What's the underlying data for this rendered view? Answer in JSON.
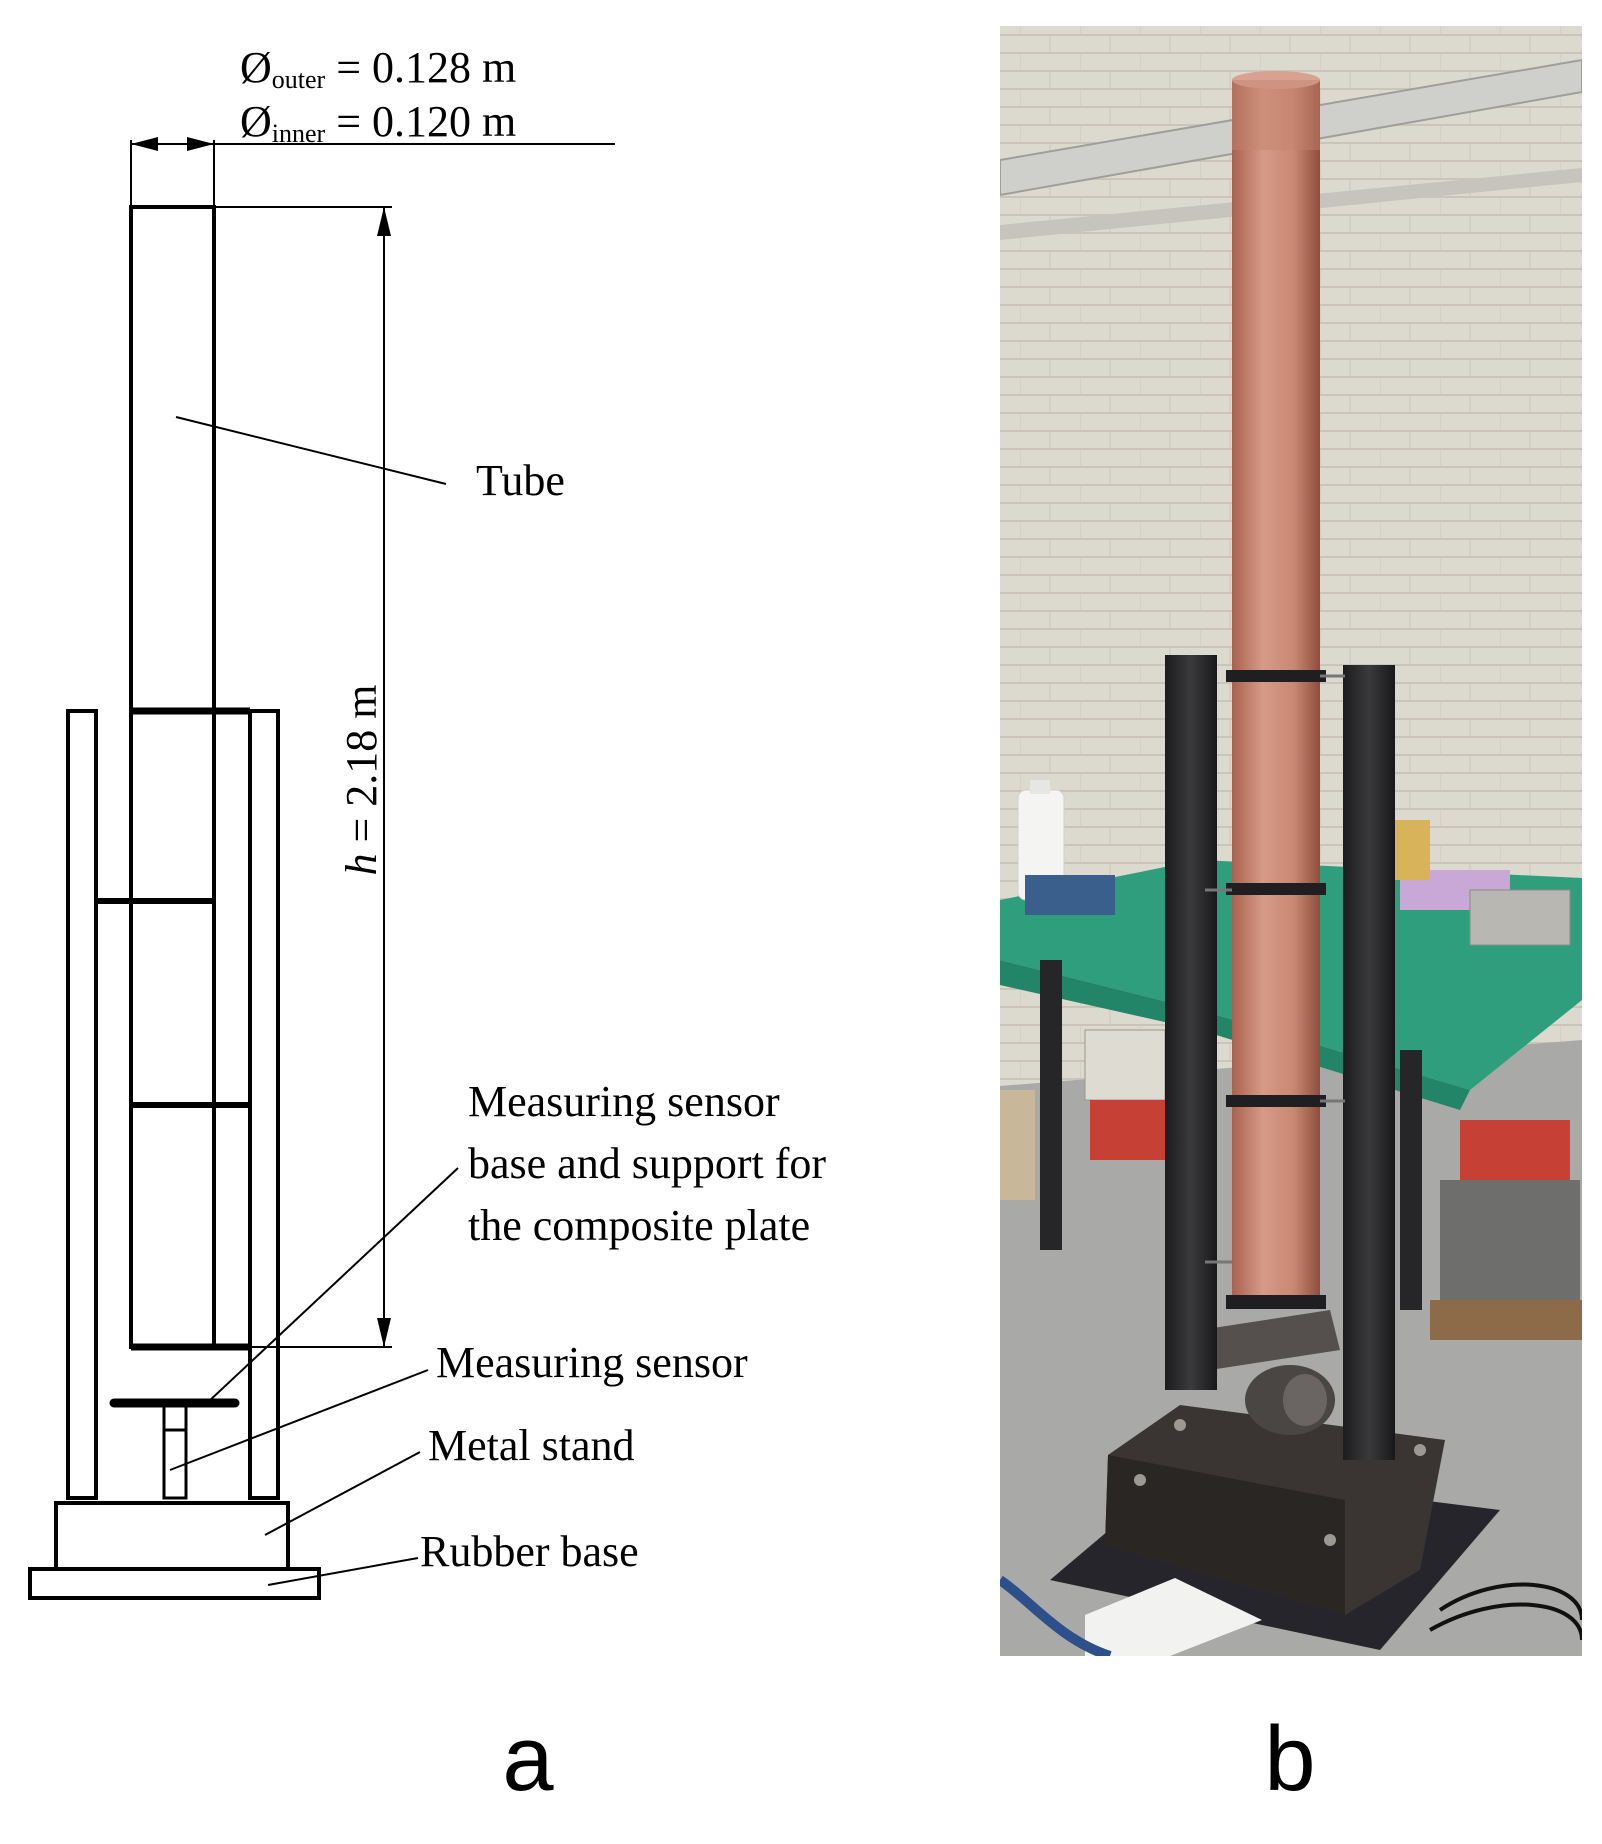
{
  "figure": {
    "panel_a": {
      "letter": "a",
      "dimensions": {
        "outer_symbol": "Ø",
        "outer_subscript": "outer",
        "outer_value": " = 0.128 m",
        "inner_symbol": "Ø",
        "inner_subscript": "inner",
        "inner_value": " = 0.120 m",
        "height_var": "h",
        "height_value": " = 2.18 m"
      },
      "labels": {
        "tube": "Tube",
        "sensor_base_line1": "Measuring sensor",
        "sensor_base_line2": "base and support for",
        "sensor_base_line3": "the composite plate",
        "measuring_sensor": "Measuring sensor",
        "metal_stand": "Metal stand",
        "rubber_base": "Rubber base"
      }
    },
    "panel_b": {
      "letter": "b",
      "colors": {
        "wall": "#d9d6cc",
        "tube": "#c98873",
        "stand": "#2a2a2c",
        "table_cloth": "#2f9e7c",
        "floor": "#a8a9a6"
      }
    }
  }
}
